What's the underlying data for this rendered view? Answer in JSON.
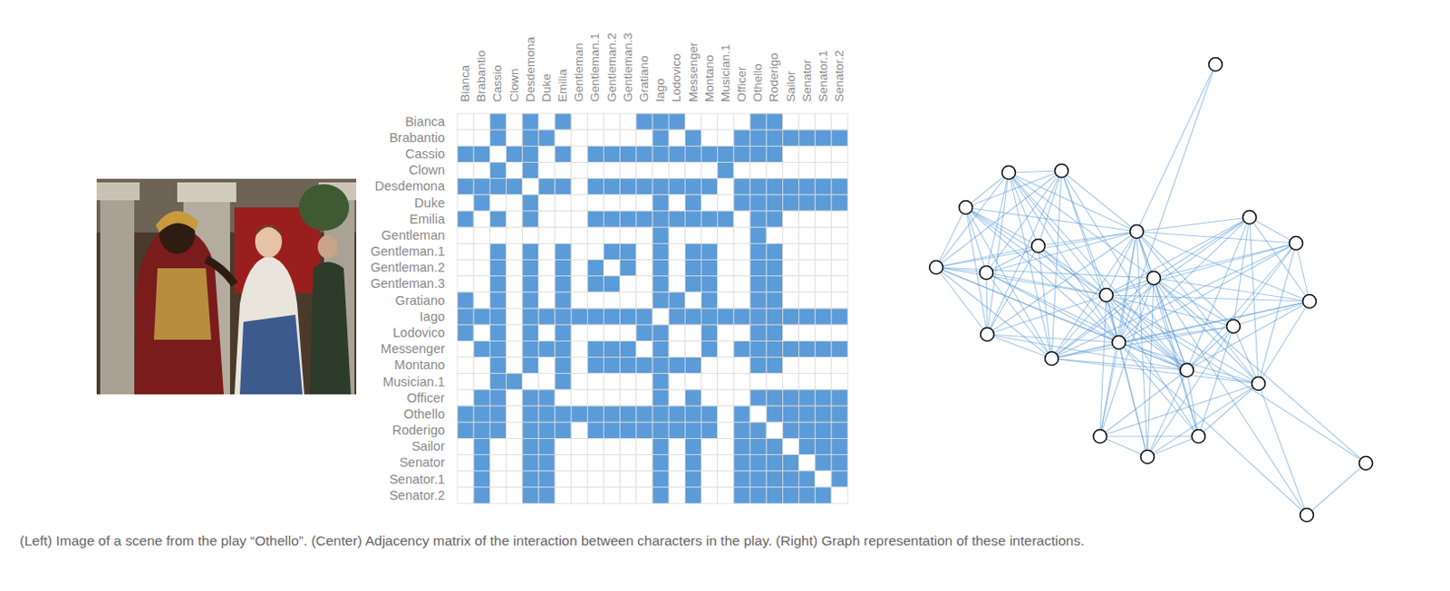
{
  "diagram": {
    "caption": "(Left) Image of a scene from the play “Othello”. (Center) Adjacency matrix of the interaction between characters in the play. (Right) Graph representation of these interactions.",
    "labels": [
      "Bianca",
      "Brabantio",
      "Cassio",
      "Clown",
      "Desdemona",
      "Duke",
      "Emilia",
      "Gentleman",
      "Gentleman.1",
      "Gentleman.2",
      "Gentleman.3",
      "Gratiano",
      "Iago",
      "Lodovico",
      "Messenger",
      "Montano",
      "Musician.1",
      "Officer",
      "Othello",
      "Roderigo",
      "Sailor",
      "Senator",
      "Senator.1",
      "Senator.2",
      "Bianca",
      "Brabantio",
      "Cassio",
      "Clown",
      "Desdemona",
      "Duke",
      "Emilia",
      "Gentleman",
      "Gentleman.1",
      "Gentleman.2",
      "Gentleman.3",
      "Gratiano",
      "Iago",
      "Lodovico",
      "Messenger",
      "Montano",
      "Musician.1",
      "Officer",
      "Othello",
      "Roderigo",
      "Sailor",
      "Senator",
      "Senator.1",
      "Senator.2"
    ]
  }
}
